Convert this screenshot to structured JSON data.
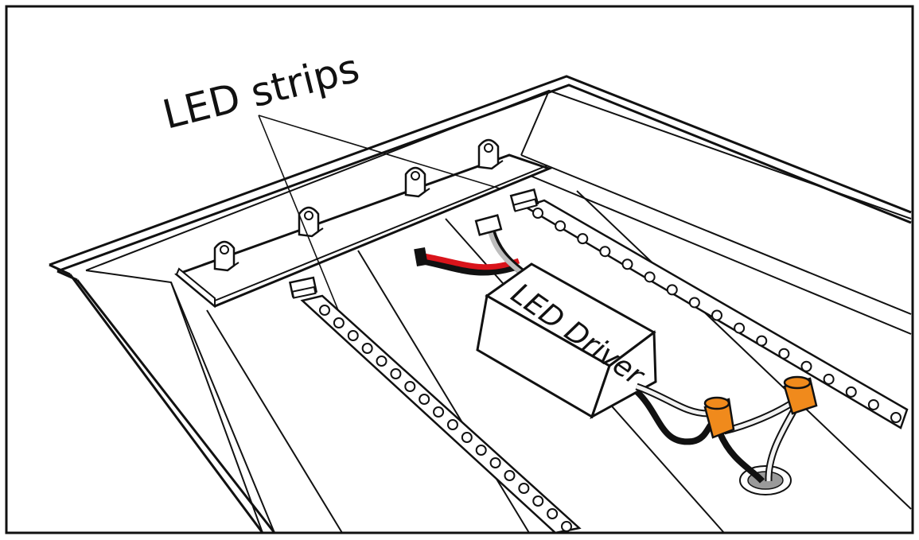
{
  "labels": {
    "strips_callout": "LED strips",
    "driver_box": "LED Driver"
  },
  "colors": {
    "outline": "#111111",
    "background": "#ffffff",
    "wire_red": "#d9141b",
    "wire_black": "#111111",
    "wire_gray": "#bdbdbd",
    "wire_white": "#f2f2f2",
    "wire_nut_orange": "#f08a1c",
    "ceiling_hole": "#9a9a9a"
  },
  "components": {
    "strip_count": 2,
    "mounting_clip_count": 4,
    "wire_nut_count": 2
  }
}
